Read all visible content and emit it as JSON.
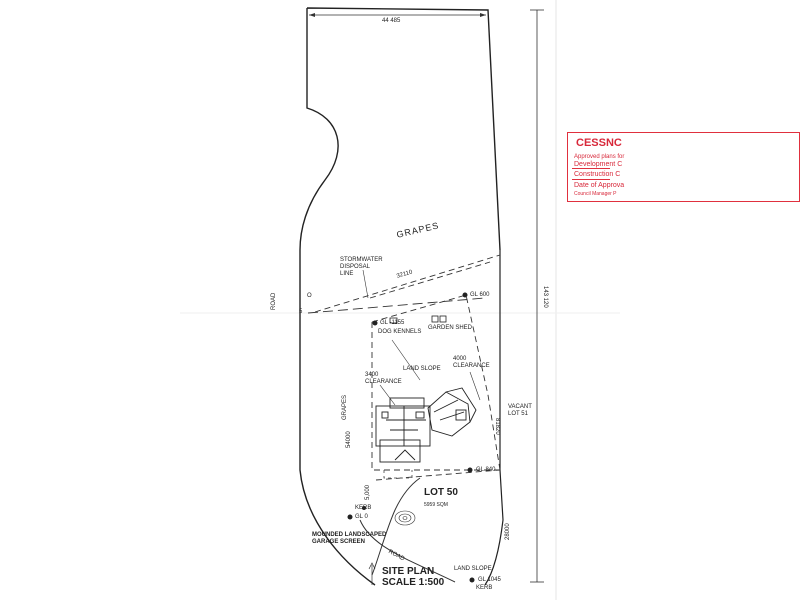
{
  "drawing": {
    "top_dimension": "44 485",
    "side_dimension": "143 120",
    "grapes_main": "GRAPES",
    "grapes_small": "GRAPES",
    "road_left": "ROAD",
    "road_bottom": "ROAD",
    "stormwater": [
      "STORMWATER",
      "DISPOSAL",
      "LINE"
    ],
    "dim_32110": "32110",
    "marker_o": "O",
    "marker_s": "5",
    "gl_top_right": "GL 600",
    "gl_1155": "GL -1155",
    "dog_kennels": "DOG KENNELS",
    "garden_shed": "GARDEN SHED",
    "land_slope_1": "LAND SLOPE",
    "land_slope_2": "LAND SLOPE",
    "clearance_3400": [
      "3400",
      "CLEARANCE"
    ],
    "clearance_4000": [
      "4000",
      "CLEARANCE"
    ],
    "vacant_lot": [
      "VACANT",
      "LOT 51"
    ],
    "dim_81820": "81820",
    "dim_54000": "54000",
    "gl_840": "GL 840",
    "dim_5000": "5,000",
    "kerb_1": "KERB",
    "gl_0": "GL 0",
    "lot_title": "LOT 50",
    "lot_area": "5959 SQM",
    "dim_28000": "28000",
    "mounded": [
      "MOUNDED LANDSCAPED",
      "GARAGE SCREEN"
    ],
    "site_plan": [
      "SITE PLAN",
      "SCALE 1:500"
    ],
    "gl_1045": "GL 1045",
    "kerb_2": "KERB"
  },
  "stamp": {
    "title": "CESSNC",
    "rows": [
      "Approved plans for",
      "Development C",
      "Construction C",
      "Date of Approva",
      "Council Manager P"
    ],
    "color": "#d8283a"
  }
}
